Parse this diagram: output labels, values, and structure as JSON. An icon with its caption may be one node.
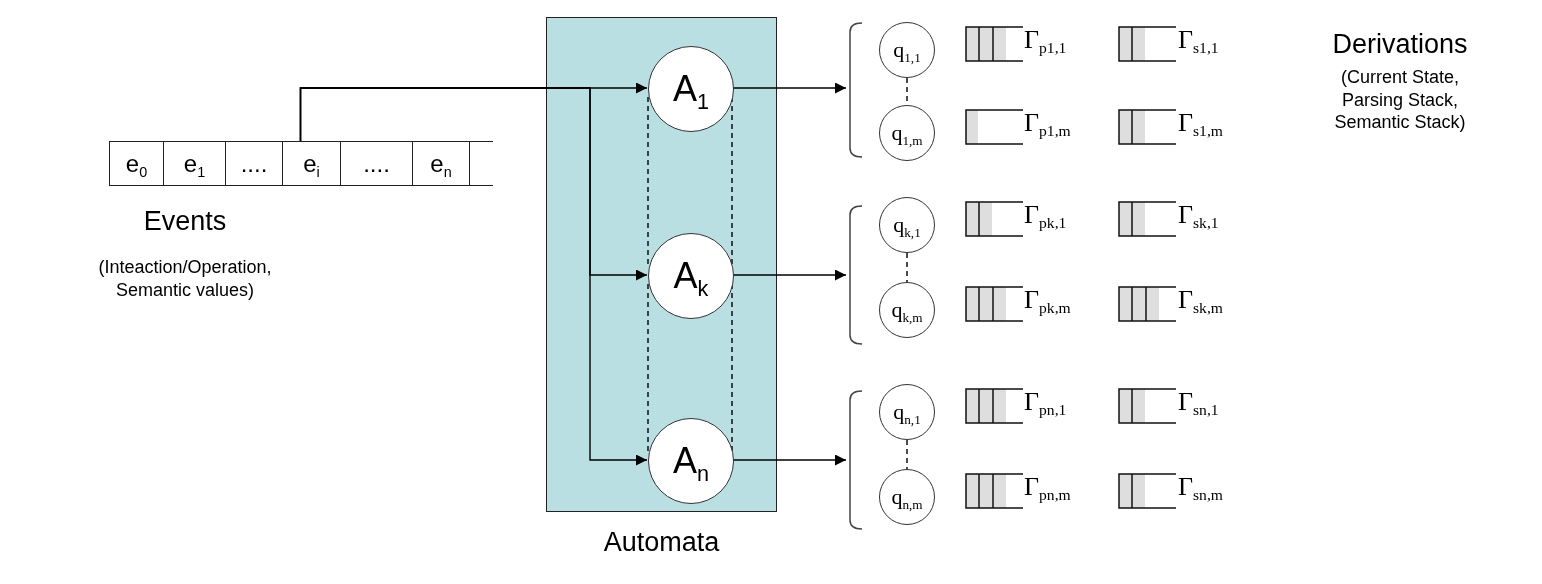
{
  "diagram": {
    "nodes": [
      {
        "text": [
          "e$_{0}$"
        ]
      },
      {
        "text": [
          "e$_{1}$"
        ]
      },
      {
        "text": [
          "...."
        ]
      },
      {
        "text": [
          "e$_{i}$"
        ]
      },
      {
        "text": [
          "...."
        ]
      },
      {
        "text": [
          "e$_{n}$"
        ]
      },
      {
        "text": [],
        "shape": "box"
      },
      {
        "text": [
          "Automata"
        ]
      },
      {
        "text": [
          "A$_{1}$"
        ],
        "in": 7
      },
      {
        "text": [
          "A$_{k}$"
        ],
        "in": 7
      },
      {
        "text": [
          "A$_{n}$"
        ],
        "in": 7
      },
      {
        "text": [],
        "shape": "bracket"
      },
      {
        "text": [
          "q$_{1,1}$"
        ]
      },
      {
        "text": [
          "q$_{1,m}$"
        ]
      },
      {
        "text": [],
        "shape": "bracket"
      },
      {
        "text": [
          "q$_{k,1}$"
        ]
      },
      {
        "text": [
          "q$_{k,m}$"
        ]
      },
      {
        "text": [],
        "shape": "bracket"
      },
      {
        "text": [
          "q$_{n,1}$"
        ]
      },
      {
        "text": [
          "q$_{n,m}$"
        ]
      }
    ],
    "edges": [
      {
        "from": 3,
        "to": 8,
        "arrow": "to"
      },
      {
        "from": 3,
        "to": 9,
        "arrow": "to"
      },
      {
        "from": 3,
        "to": 10,
        "arrow": "to"
      },
      {
        "from": 8,
        "to": 11,
        "arrow": "to"
      },
      {
        "from": 9,
        "to": 14,
        "arrow": "to"
      },
      {
        "from": 10,
        "to": 17,
        "arrow": "to"
      },
      {
        "from": 12,
        "to": 13,
        "arrow": "none",
        "style": "dashed"
      },
      {
        "from": 15,
        "to": 16,
        "arrow": "none",
        "style": "dashed"
      },
      {
        "from": 18,
        "to": 19,
        "arrow": "none",
        "style": "dashed"
      },
      {
        "from": 8,
        "to": 9,
        "arrow": "none",
        "style": "dashed"
      },
      {
        "from": 8,
        "to": 9,
        "arrow": "none",
        "style": "dashed"
      },
      {
        "from": 9,
        "to": 10,
        "arrow": "none",
        "style": "dashed"
      },
      {
        "from": 9,
        "to": 10,
        "arrow": "none",
        "style": "dashed"
      }
    ],
    "labels": [
      "Derivations",
      "(Current State, Parsing Stack, Semantic Stack)",
      "Γ$_{p1,1}$",
      "Γ$_{s1,1}$",
      "Γ$_{p1,m}$",
      "Γ$_{s1,m}$",
      "Events",
      "(Inteaction/Operation, Semantic values)",
      "Γ$_{pk,1}$",
      "Γ$_{sk,1}$",
      "Γ$_{pk,m}$",
      "Γ$_{sk,m}$",
      "Γ$_{pn,1}$",
      "Γ$_{sn,1}$",
      "Γ$_{pn,m}$",
      "Γ$_{sn,m}$"
    ]
  }
}
